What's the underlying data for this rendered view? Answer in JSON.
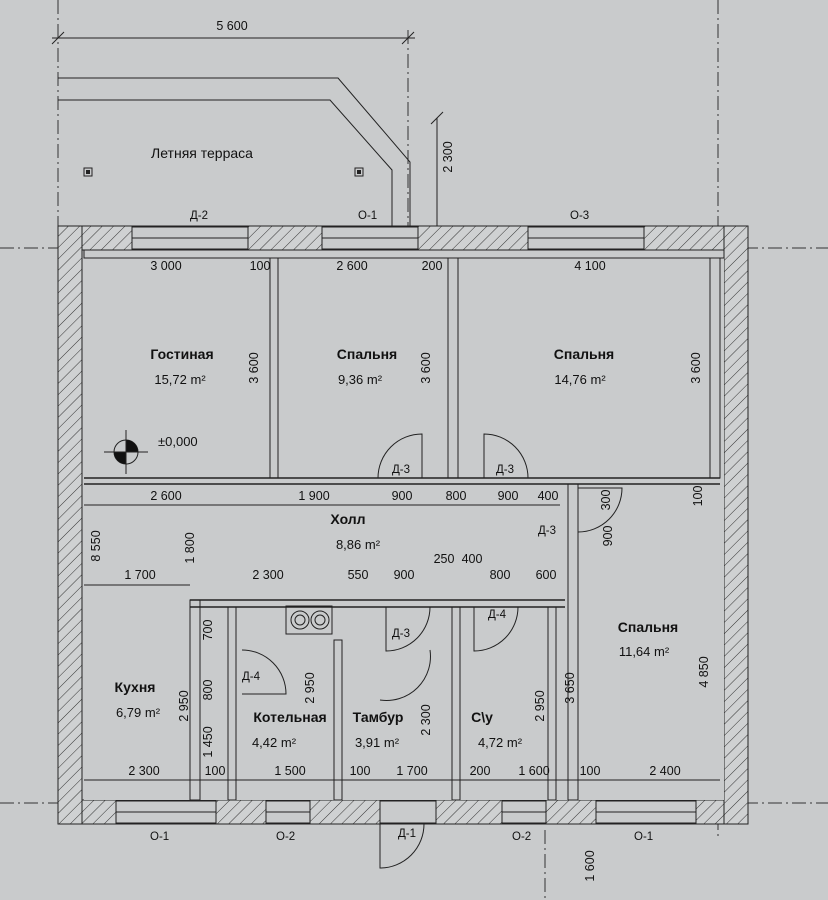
{
  "rooms": {
    "terrace": "Летняя терраса",
    "living": {
      "name": "Гостиная",
      "area": "15,72 m²"
    },
    "bed1": {
      "name": "Спальня",
      "area": "9,36 m²"
    },
    "bed2": {
      "name": "Спальня",
      "area": "14,76 m²"
    },
    "hall": {
      "name": "Холл",
      "area": "8,86 m²"
    },
    "bed3": {
      "name": "Спальня",
      "area": "11,64 m²"
    },
    "kitchen": {
      "name": "Кухня",
      "area": "6,79 m²"
    },
    "boiler": {
      "name": "Котельная",
      "area": "4,42 m²"
    },
    "vestibule": {
      "name": "Тамбур",
      "area": "3,91 m²"
    },
    "wc": {
      "name": "С\\у",
      "area": "4,72 m²"
    }
  },
  "level_mark": "±0,000",
  "openings": {
    "d2": "Д-2",
    "o1": "О-1",
    "o3": "О-3",
    "d3": "Д-3",
    "d4": "Д-4",
    "d1": "Д-1",
    "o2": "О-2"
  },
  "dims": {
    "d5600": "5 600",
    "d2300": "2 300",
    "d3000": "3 000",
    "d100": "100",
    "d2600": "2 600",
    "d200": "200",
    "d4100": "4 100",
    "d3600": "3 600",
    "d1900": "1 900",
    "d900": "900",
    "d800": "800",
    "d400": "400",
    "d300": "300",
    "d8550": "8 550",
    "d1800": "1 800",
    "d1700": "1 700",
    "d550": "550",
    "d250": "250",
    "d600": "600",
    "d700": "700",
    "d2950": "2 950",
    "d1450": "1 450",
    "d3650": "3 650",
    "d4850": "4 850",
    "d1500": "1 500",
    "d1600": "1 600",
    "d2400": "2 400"
  }
}
